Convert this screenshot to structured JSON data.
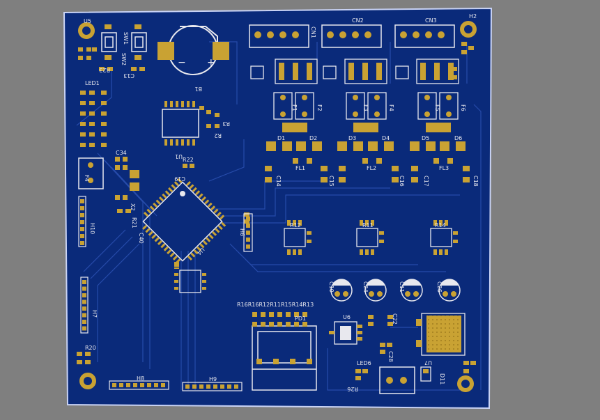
{
  "colors": {
    "background": "#7f7f7f",
    "board": "#0a2a7a",
    "copper": "#c9a233",
    "silkscreen": "#e8e8ee",
    "trace": "#2a4fb0"
  },
  "labels": {
    "u5": "U5",
    "sw1": "SW1",
    "sw2": "SW2",
    "b1": "B1",
    "cn1": "CN1",
    "cn2": "CN2",
    "cn3": "CN3",
    "h2": "H2",
    "r23": "R23",
    "c13": "C13",
    "u1": "U1",
    "r2": "R2",
    "r3": "R3",
    "led1": "LED1",
    "f1": "F1",
    "f2": "F2",
    "f3": "F3",
    "f4": "F4",
    "f5": "F5",
    "f6": "F6",
    "d1": "D1",
    "d2": "D2",
    "d3": "D3",
    "d4": "D4",
    "d5": "D5",
    "d6": "D6",
    "fl1": "FL1",
    "fl2": "FL2",
    "fl3": "FL3",
    "r22": "R22",
    "c19": "C19",
    "c14": "C14",
    "c15": "C15",
    "c16": "C16",
    "c17": "C17",
    "c18": "C18",
    "c34": "C34",
    "c40": "C40",
    "y1": "Y1",
    "r21": "R21",
    "x2": "X2",
    "u4": "U4",
    "h10": "H10",
    "h6": "H6",
    "h7": "H7",
    "h8": "H8",
    "h9": "H9",
    "c10": "C10",
    "c24": "C24",
    "c11": "C11",
    "c26": "C26",
    "u6": "U6",
    "u7": "U7",
    "led6": "LED6",
    "r26": "R26",
    "c28": "C28",
    "c22": "C22",
    "d11": "D11",
    "r20": "R20",
    "r_row": "R16R16R12R11R15R14R13",
    "pd1": "PD1",
    "r12": "R12",
    "r11": "R11",
    "r14": "R14"
  }
}
